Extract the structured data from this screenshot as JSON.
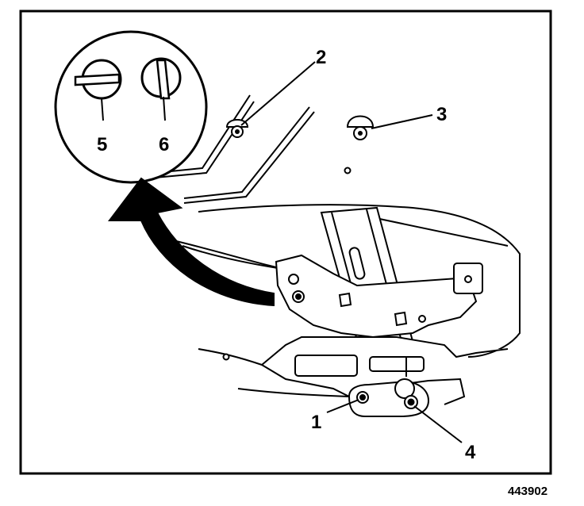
{
  "callouts": {
    "c1": "1",
    "c2": "2",
    "c3": "3",
    "c4": "4",
    "c5": "5",
    "c6": "6"
  },
  "figure_number": "443902",
  "colors": {
    "ink": "#000000",
    "paper": "#ffffff"
  }
}
